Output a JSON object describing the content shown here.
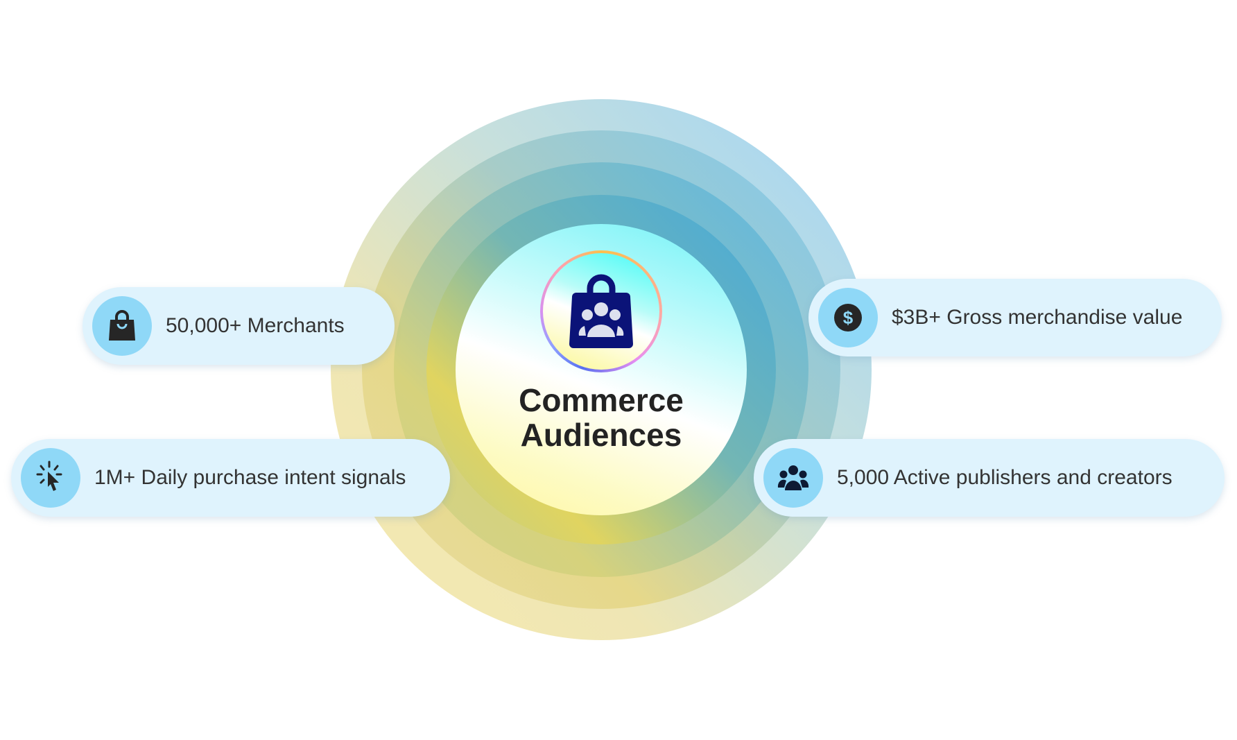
{
  "center": {
    "title_line1": "Commerce",
    "title_line2": "Audiences",
    "icon": "shopping-bag-audience-icon"
  },
  "stats": [
    {
      "label": "50,000+ Merchants",
      "icon": "shopping-bag-icon"
    },
    {
      "label": "1M+ Daily purchase intent signals",
      "icon": "cursor-click-icon"
    },
    {
      "label": "$3B+ Gross merchandise value",
      "icon": "dollar-icon"
    },
    {
      "label": "5,000 Active publishers and creators",
      "icon": "people-group-icon"
    }
  ],
  "colors": {
    "pill": "#dff3fd",
    "icon_circle": "#8fd8f7",
    "badge_bag": "#0b1378"
  }
}
